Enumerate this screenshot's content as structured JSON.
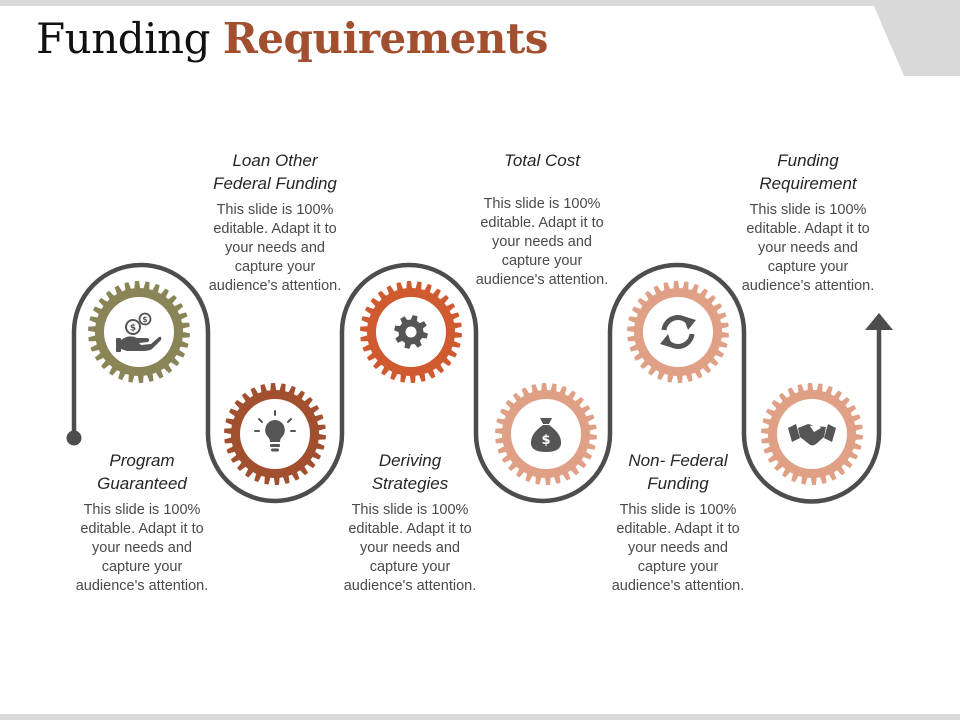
{
  "title": {
    "plain": "Funding",
    "accent": "Requirements"
  },
  "colors": {
    "olive": "#8a8556",
    "rust": "#a14f2e",
    "orange": "#cf5a30",
    "peach": "#e0a086",
    "path": "#4d4d4d",
    "band": "#d9d9d9"
  },
  "steps": [
    {
      "heading": "Program\nGuaranteed",
      "desc": "This slide is 100%\neditable. Adapt it to\nyour needs and\ncapture your\naudience's attention.",
      "icon": "money-hand-icon",
      "color": "#8a8556"
    },
    {
      "heading": "Loan Other\nFederal Funding",
      "desc": "This slide is 100%\neditable. Adapt it to\nyour needs and\ncapture your\naudience's attention.",
      "icon": "lightbulb-icon",
      "color": "#a14f2e"
    },
    {
      "heading": "Deriving\nStrategies",
      "desc": "This slide is 100%\neditable. Adapt it to\nyour needs and\ncapture your\naudience's attention.",
      "icon": "gear-icon",
      "color": "#cf5a30"
    },
    {
      "heading": "Total Cost",
      "desc": "This slide is 100%\neditable. Adapt it to\nyour needs and\ncapture your\naudience's attention.",
      "icon": "money-bag-icon",
      "color": "#e0a086"
    },
    {
      "heading": "Non- Federal\nFunding",
      "desc": "This slide is 100%\neditable. Adapt it to\nyour needs and\ncapture your\naudience's attention.",
      "icon": "refresh-icon",
      "color": "#e0a086"
    },
    {
      "heading": "Funding\nRequirement",
      "desc": "This slide is 100%\neditable. Adapt it to\nyour needs and\ncapture your\naudience's attention.",
      "icon": "handshake-icon",
      "color": "#e0a086"
    }
  ]
}
